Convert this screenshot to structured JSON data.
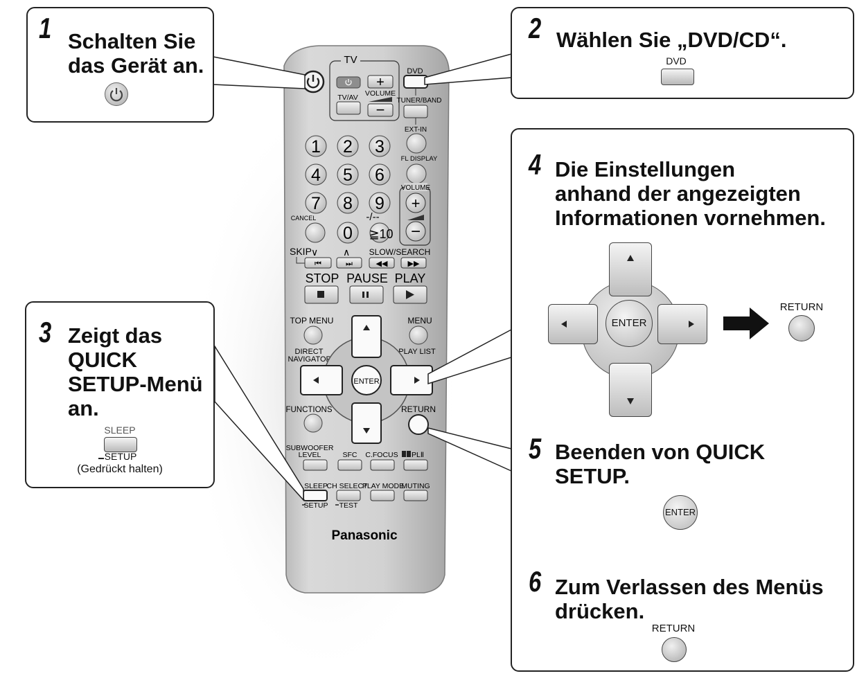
{
  "steps": [
    {
      "number": "1",
      "title": "Schalten Sie\ndas Gerät an."
    },
    {
      "number": "2",
      "title": "Wählen Sie „DVD/CD“.",
      "button_label": "DVD"
    },
    {
      "number": "3",
      "title": "Zeigt das\nQUICK\nSETUP-Menü\nan.",
      "button_label": "SLEEP",
      "sub_label": "SETUP",
      "note": "(Gedrückt halten)"
    },
    {
      "number": "4",
      "title": "Die Einstellungen\nanhand der angezeigten\nInformationen vornehmen.",
      "center_label": "ENTER",
      "return_label": "RETURN"
    },
    {
      "number": "5",
      "title": "Beenden von QUICK\nSETUP.",
      "button_label": "ENTER"
    },
    {
      "number": "6",
      "title": "Zum Verlassen des Menüs\ndrücken.",
      "button_label": "RETURN"
    }
  ],
  "remote": {
    "brand": "Panasonic",
    "tv_group": "TV",
    "tv_av": "TV/AV",
    "volume_tv": "VOLUME",
    "dvd": "DVD",
    "tuner_band": "TUNER/BAND",
    "ext_in": "EXT-IN",
    "fl_display": "FL DISPLAY",
    "volume": "VOLUME",
    "cancel": "CANCEL",
    "digits": [
      "1",
      "2",
      "3",
      "4",
      "5",
      "6",
      "7",
      "8",
      "9",
      "0"
    ],
    "minus_minus": "-/--",
    "ten_plus": "≧10",
    "skip": "SKIP",
    "slow_search": "SLOW/SEARCH",
    "stop": "STOP",
    "pause": "PAUSE",
    "play": "PLAY",
    "top_menu": "TOP MENU",
    "menu": "MENU",
    "direct": "DIRECT",
    "navigator": "NAVIGATOR",
    "play_list": "PLAY LIST",
    "enter": "ENTER",
    "functions": "FUNCTIONS",
    "return": "RETURN",
    "subwoofer": "SUBWOOFER",
    "level": "LEVEL",
    "sfc": "SFC",
    "c_focus": "C.FOCUS",
    "pl2": "PLⅡ",
    "sleep": "SLEEP",
    "setup": "SETUP",
    "ch_select": "CH SELECT",
    "test": "TEST",
    "play_mode": "PLAY MODE",
    "muting": "MUTING"
  }
}
